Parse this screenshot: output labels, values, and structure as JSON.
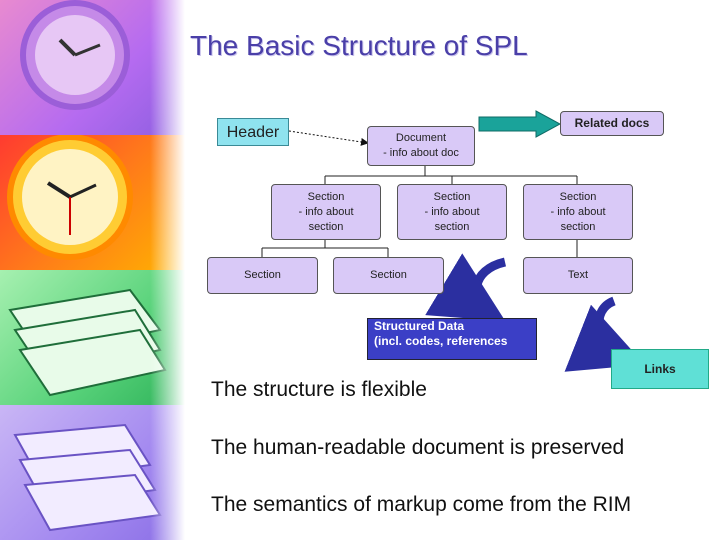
{
  "slide": {
    "title": "The Basic Structure of SPL"
  },
  "diagram": {
    "header": "Header",
    "related_docs": "Related docs",
    "document": {
      "title": "Document",
      "info": "- info about doc"
    },
    "sections": [
      {
        "title": "Section",
        "info": "- info about section"
      },
      {
        "title": "Section",
        "info": "- info about section"
      },
      {
        "title": "Section",
        "info": "- info about section"
      }
    ],
    "subsections": [
      "Section",
      "Section",
      "Text"
    ],
    "structured_data": {
      "line1": "Structured Data",
      "line2": "(incl. codes, references"
    },
    "links": "Links"
  },
  "bullets": [
    "The structure is flexible",
    "The human-readable document is preserved",
    "The semantics of markup come from the RIM"
  ],
  "colors": {
    "title": "#4a3fa8",
    "header_box": "#8fe3ef",
    "section_box": "#d9c9f7",
    "structured_data_box": "#3b3fc6",
    "links_box": "#5fe0d6",
    "arrow_teal": "#1aa39a",
    "curved_arrow": "#2b2fa0"
  }
}
